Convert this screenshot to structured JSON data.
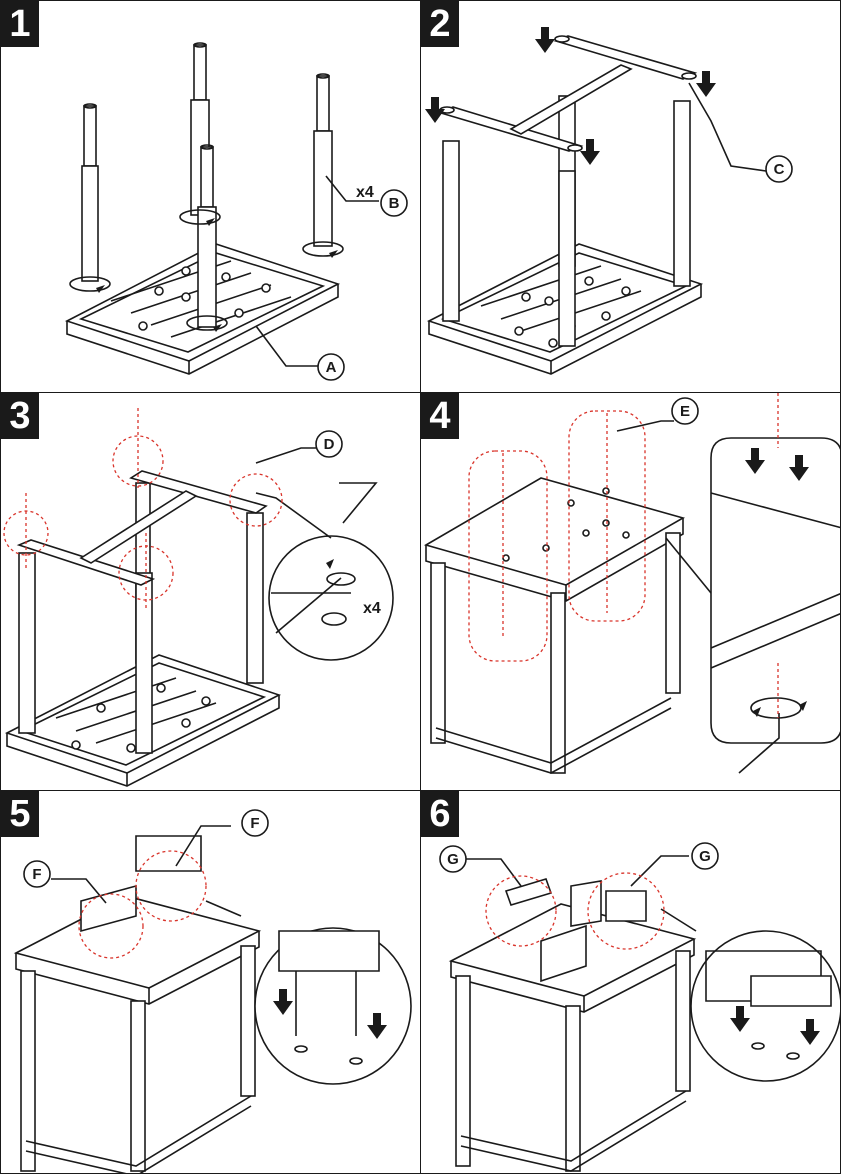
{
  "steps": [
    {
      "number": "1",
      "callouts": [
        "B",
        "A"
      ],
      "quantity": "x4"
    },
    {
      "number": "2",
      "callouts": [
        "C"
      ]
    },
    {
      "number": "3",
      "callouts": [
        "D"
      ],
      "quantity": "x4"
    },
    {
      "number": "4",
      "callouts": [
        "E"
      ]
    },
    {
      "number": "5",
      "callouts": [
        "F",
        "F"
      ]
    },
    {
      "number": "6",
      "callouts": [
        "G",
        "G"
      ]
    }
  ],
  "icons": {
    "arrow": "down-arrow-icon",
    "rotate": "rotate-arrow-icon",
    "tool": "allen-key-icon"
  },
  "colors": {
    "line": "#1a1a1a",
    "badge": "#1a1a1a",
    "guide": "#d9342b"
  }
}
